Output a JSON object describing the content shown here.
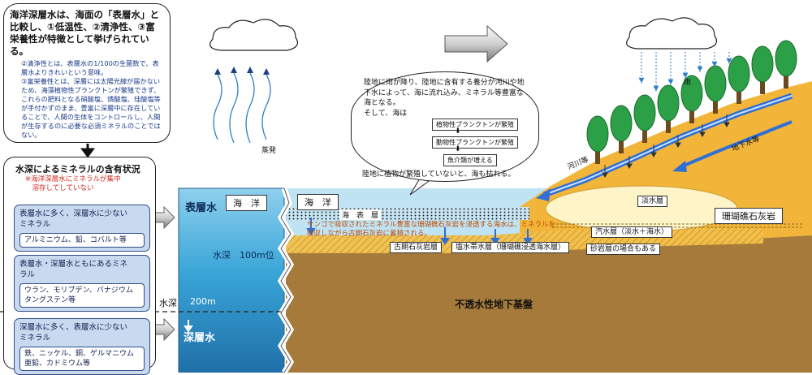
{
  "intro": {
    "headline": "海洋深層水は、海面の「表層水」と比較し、①低温性、②清浄性、③富栄養性が特徴として挙げられている。",
    "detail": "②清浄性とは、表層水の1/100の生菌数で、表層水よりきれいという意味。\n③富栄養性とは、深層には太陽光線が届かないため、海藻植物性プランクトンが繁殖できず、これらの肥料となる硝酸塩、燐酸塩、珪酸塩等が手付かずのまま、豊富に深層中に存在していることで、人間の生体をコントロールし、人間が生存するのに必要な必須ミネラルのことではない。"
  },
  "minerals": {
    "title": "水深によるミネラルの含有状況",
    "note": "※海洋深層水にミネラルが集中\n　溶存してしていない",
    "groups": [
      {
        "label": "表層水に多く、深層水に少ない\nミネラル",
        "items": "アルミニウム、鉛、コバルト等"
      },
      {
        "label": "表層水・深層水ともにあるミネ\nラル",
        "items": "ウラン、モリブデン、バナジウム\nタングステン等"
      },
      {
        "label": "深層水に多く、表層水に少ない\nミネラル",
        "items": "鉄、ニッケル、銅、ゲルマニウム\n亜鉛、カドミウム等"
      }
    ]
  },
  "water": {
    "surface": "表層水",
    "ocean_left": "海　洋",
    "depth_100": "水深　100m位",
    "depth_label": "水深",
    "depth_200": "200m",
    "deep": "深層水"
  },
  "center_note": {
    "text1": "陸地に雨が降り、陸地に含有する養分が河川や地下水によって、海に流れ込み、ミネラル等豊富な海となる。\nそして、海は",
    "chain": [
      "植物性プランクトンが繁殖",
      "動物性プランクトンが繁殖",
      "魚介類が増える"
    ],
    "text2": "陸地に植物が繁殖していないと、海も枯れる。"
  },
  "weather": {
    "evaporation": "蒸発",
    "rain": "雨"
  },
  "geo": {
    "ocean_right": "海　洋",
    "surface_layer": "海　表　層",
    "coral_note": "サンゴで吸収されたミネラル豊富な珊瑚礁石灰岩を浸透する海水は、ミネラルを吸収しながら古期石灰岩に蓄積される。",
    "old_limestone": "古期石灰岩層",
    "saltwater": "塩水帯水層（珊瑚礁浸透海水層）",
    "sand_clay": "砂岩層の場合もある",
    "brackish": "汽水層（淡水＋海水）",
    "freshwater": "淡水層",
    "coral_limestone": "珊瑚礁石灰岩",
    "river": "河川等",
    "groundwater": "地下水等",
    "bedrock": "不透水性地下基盤"
  },
  "colors": {
    "ocean": "#3aa6d8",
    "ocean_light": "#bfe3f3",
    "land": "#f2b53a",
    "bedrock": "#a57a3a",
    "tree": "#2ca046",
    "river": "#2f6fd6"
  }
}
